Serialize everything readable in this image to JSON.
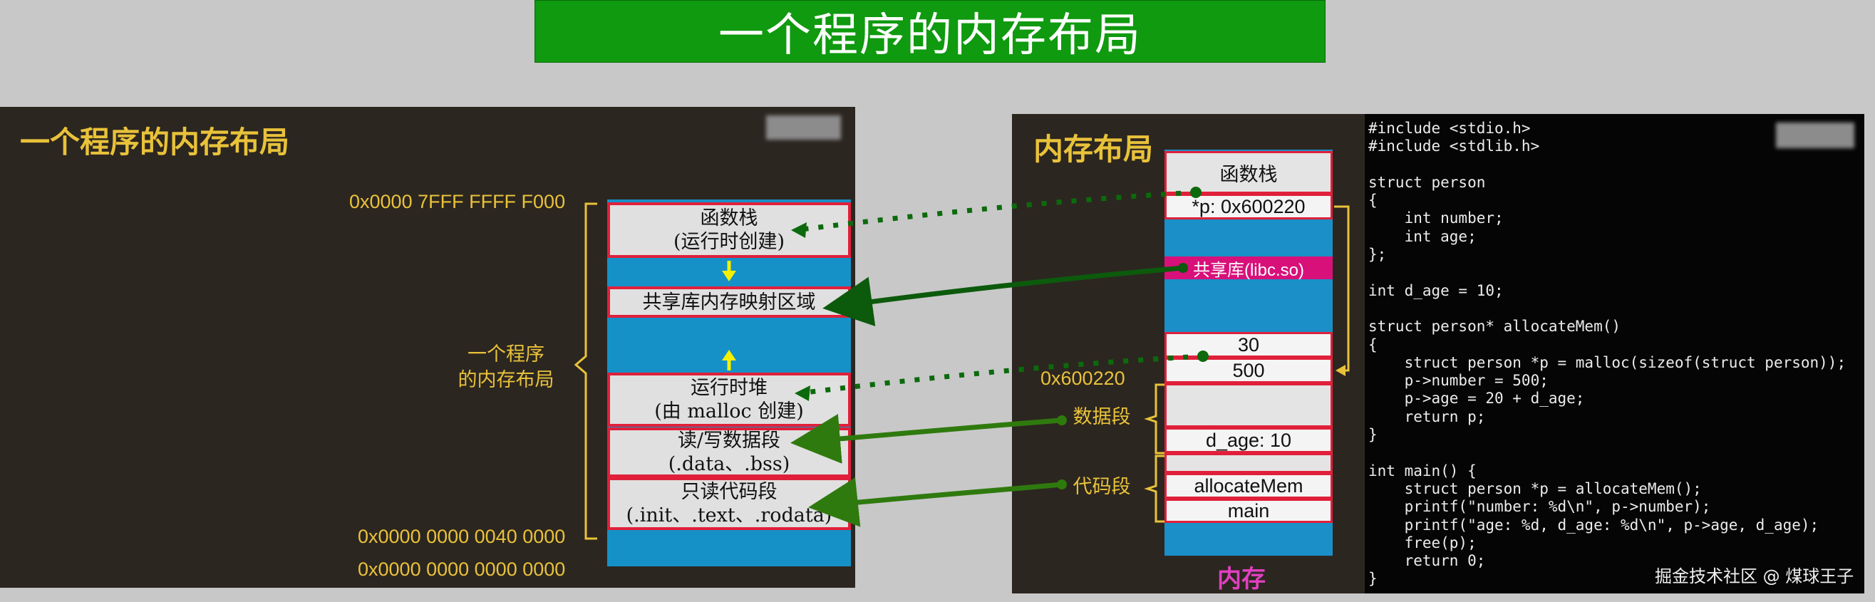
{
  "banner": {
    "title": "一个程序的内存布局"
  },
  "left": {
    "title": "一个程序的内存布局",
    "addr_top": "0x0000 7FFF FFFF F000",
    "addr_code": "0x0000 0000 0040 0000",
    "addr_zero": "0x0000 0000 0000 0000",
    "brace_label_line1": "一个程序",
    "brace_label_line2": "的内存布局",
    "segments": {
      "stack_line1": "函数栈",
      "stack_line2": "(运行时创建)",
      "shared": "共享库内存映射区域",
      "heap_line1": "运行时堆",
      "heap_line2": "(由 malloc 创建)",
      "data_line1": "读/写数据段",
      "data_line2": "(.data、.bss)",
      "code_line1": "只读代码段",
      "code_line2": "(.init、.text、.rodata)"
    }
  },
  "right": {
    "title": "内存布局",
    "footer": "内存",
    "addr_heap": "0x600220",
    "label_data": "数据段",
    "label_code": "代码段",
    "cells": {
      "stack": "函数栈",
      "pointer": "*p:  0x600220",
      "shared": "共享库(libc.so)",
      "heap_number": "30",
      "heap_age": "500",
      "data": "d_age: 10",
      "code_fn1": "allocateMem",
      "code_fn2": "main"
    }
  },
  "code_lines": [
    "#include <stdio.h>",
    "#include <stdlib.h>",
    "",
    "struct person",
    "{",
    "    int number;",
    "    int age;",
    "};",
    "",
    "int d_age = 10;",
    "",
    "struct person* allocateMem()",
    "{",
    "    struct person *p = malloc(sizeof(struct person));",
    "    p->number = 500;",
    "    p->age = 20 + d_age;",
    "    return p;",
    "}",
    "",
    "int main() {",
    "    struct person *p = allocateMem();",
    "    printf(\"number: %d\\n\", p->number);",
    "    printf(\"age: %d, d_age: %d\\n\", p->age, d_age);",
    "    free(p);",
    "    return 0;",
    "}"
  ],
  "watermark": "掘金技术社区 @ 煤球王子",
  "colors": {
    "banner": "#0f9a0f",
    "panel": "#2c2620",
    "accent_yellow": "#e8c23a",
    "memory_blue": "#1591c8",
    "segment_border": "#e0203a",
    "shared_lib": "#d8107a",
    "arrow_green": "#2f7a0e",
    "arrow_dark_green": "#0c5a0c"
  }
}
